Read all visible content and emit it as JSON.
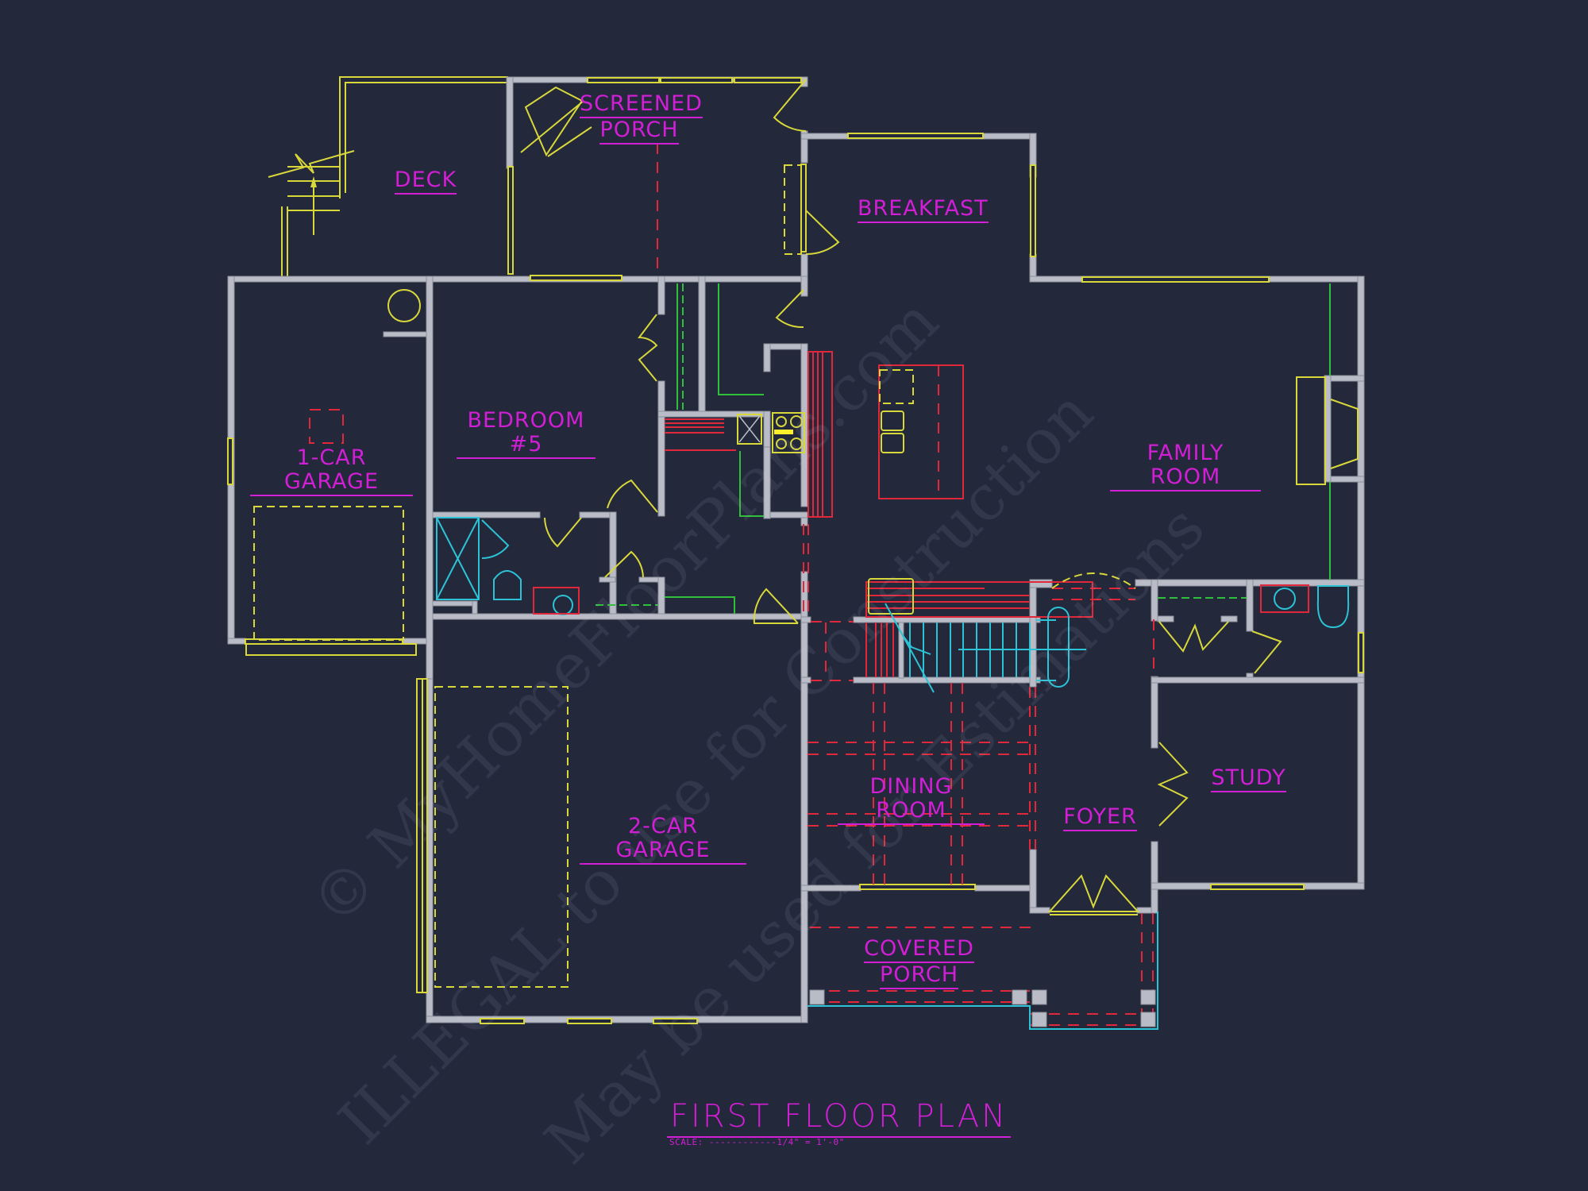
{
  "drawing": {
    "title": "FIRST FLOOR PLAN",
    "scale_text": "SCALE: ------------1/4\" = 1'-0\"",
    "background_color": "#23283b",
    "colors": {
      "walls": "#b9bcc6",
      "room_labels": "#d21fd6",
      "doors_windows": "#d8d83a",
      "beams_cabinets": "#e0283a",
      "fixtures": "#2cc3d6",
      "shelving": "#2fbf3a"
    }
  },
  "rooms": {
    "deck": "DECK",
    "screened_porch_line1": "SCREENED",
    "screened_porch_line2": "PORCH",
    "breakfast": "BREAKFAST",
    "one_car_garage": "1-CAR GARAGE",
    "bedroom5": "BEDROOM #5",
    "family_room": "FAMILY ROOM",
    "dining_room": "DINING ROOM",
    "foyer": "FOYER",
    "study": "STUDY",
    "two_car_garage": "2-CAR GARAGE",
    "covered_porch_line1": "COVERED",
    "covered_porch_line2": "PORCH"
  },
  "watermark": {
    "line1": "© MyHomeFloorPlans.com",
    "line2": "ILLEGAL to use for Construction",
    "line3": "May be used for Estimations"
  }
}
